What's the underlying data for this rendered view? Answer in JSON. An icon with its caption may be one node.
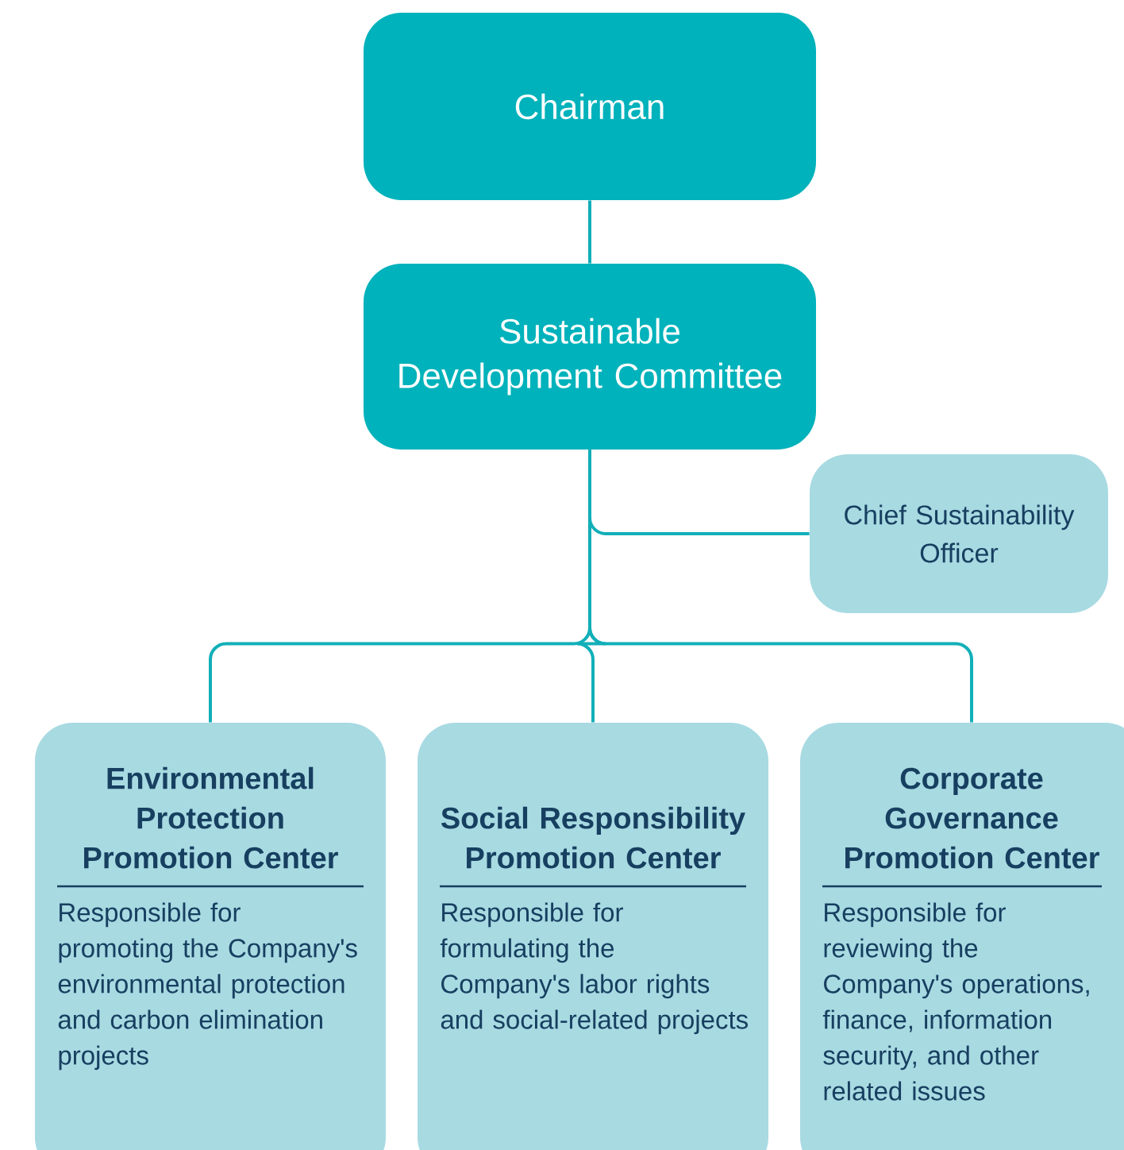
{
  "diagram": {
    "nodes": [
      {
        "text": [
          "Chairman"
        ]
      },
      {
        "text": [
          "Sustainable Development Committee"
        ]
      },
      {
        "text": [
          "Chief Sustainability Officer"
        ]
      },
      {
        "text": [
          "Environmental Protection Promotion Center",
          "Responsible for promoting the Company's environmental protection and carbon elimination projects"
        ]
      },
      {
        "text": [
          "Social Responsibility Promotion Center",
          "Responsible for formulating the Company's labor rights and social-related projects"
        ]
      },
      {
        "text": [
          "Corporate Governance Promotion Center",
          "Responsible for reviewing the Company's operations, finance, information security, and other related issues"
        ]
      }
    ],
    "edges": [
      {
        "from": 0,
        "to": 1,
        "arrow": "none"
      },
      {
        "from": 1,
        "to": 2,
        "arrow": "none"
      },
      {
        "from": 1,
        "to": 3,
        "arrow": "none"
      },
      {
        "from": 1,
        "to": 4,
        "arrow": "none"
      },
      {
        "from": 1,
        "to": 5,
        "arrow": "none"
      }
    ]
  }
}
